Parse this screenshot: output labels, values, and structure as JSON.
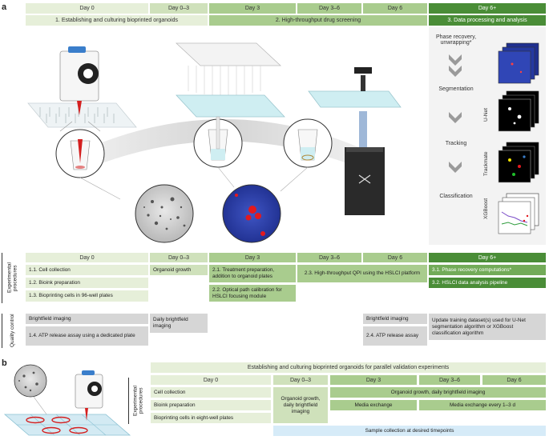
{
  "panel_labels": {
    "a": "a",
    "b": "b"
  },
  "top": {
    "days": [
      "Day 0",
      "Day 0–3",
      "Day 3",
      "Day 3–6",
      "Day 6",
      "Day 6+"
    ],
    "stages": [
      "1. Establishing and culturing bioprinted organoids",
      "2. High-throughput drug screening",
      "3. Data processing and analysis"
    ]
  },
  "pipeline": {
    "steps": [
      "Phase recovery, unwrapping*",
      "Segmentation",
      "Tracking",
      "Classification"
    ],
    "tools": [
      "U-Net",
      "Trackmate",
      "XGBoost"
    ]
  },
  "procedures": {
    "title": "Experimental procedures",
    "days": [
      "Day 0",
      "Day 0–3",
      "Day 3",
      "Day 3–6",
      "Day 6",
      "Day 6+"
    ],
    "col0": [
      "1.1. Cell collection",
      "1.2. Bioink preparation",
      "1.3. Bioprinting cells in 96-well plates"
    ],
    "col1": [
      "Organoid growth"
    ],
    "col2": [
      "2.1. Treatment preparation, addition to organoid plates",
      "2.2. Optical path calibration for HSLCI focusing module"
    ],
    "col34": [
      "2.3. High-throughput QPI using the HSLCI platform"
    ],
    "col5": [
      "3.1. Phase recovery computations*",
      "3.2. HSLCI data analysis pipeline"
    ]
  },
  "quality": {
    "title": "Quality control",
    "col0": [
      "Brightfield imaging",
      "1.4. ATP release assay using a dedicated plate"
    ],
    "col1": [
      "Daily brightfield imaging"
    ],
    "col4": [
      "Brightfield imaging",
      "2.4. ATP release assay"
    ],
    "col5": [
      "Update training dataset(s) used for U-Net segmentation algorithm or XGBoost classification algorithm"
    ]
  },
  "b_panel": {
    "title": "Establishing and culturing bioprinted organoids for parallel validation experiments",
    "days": [
      "Day 0",
      "Day 0–3",
      "Day 3",
      "Day 3–6",
      "Day 6"
    ],
    "side_label": "Experimental procedures",
    "col0": [
      "Cell collection",
      "Bioink preparation",
      "Bioprinting cells in eight-well plates"
    ],
    "col1": [
      "Organoid growth, daily brightfield imaging"
    ],
    "growth_span": "Organoid growth, daily brightfield imaging",
    "media1": "Media exchange",
    "media2": "Media exchange every 1–3 d",
    "sample": "Sample collection at desired timepoints"
  },
  "colors": {
    "light": "#e6efd9",
    "mid": "#a9cc8e",
    "dark": "#4a8d37",
    "grey": "#d6d6d6",
    "blue": "#d6ebf8"
  }
}
